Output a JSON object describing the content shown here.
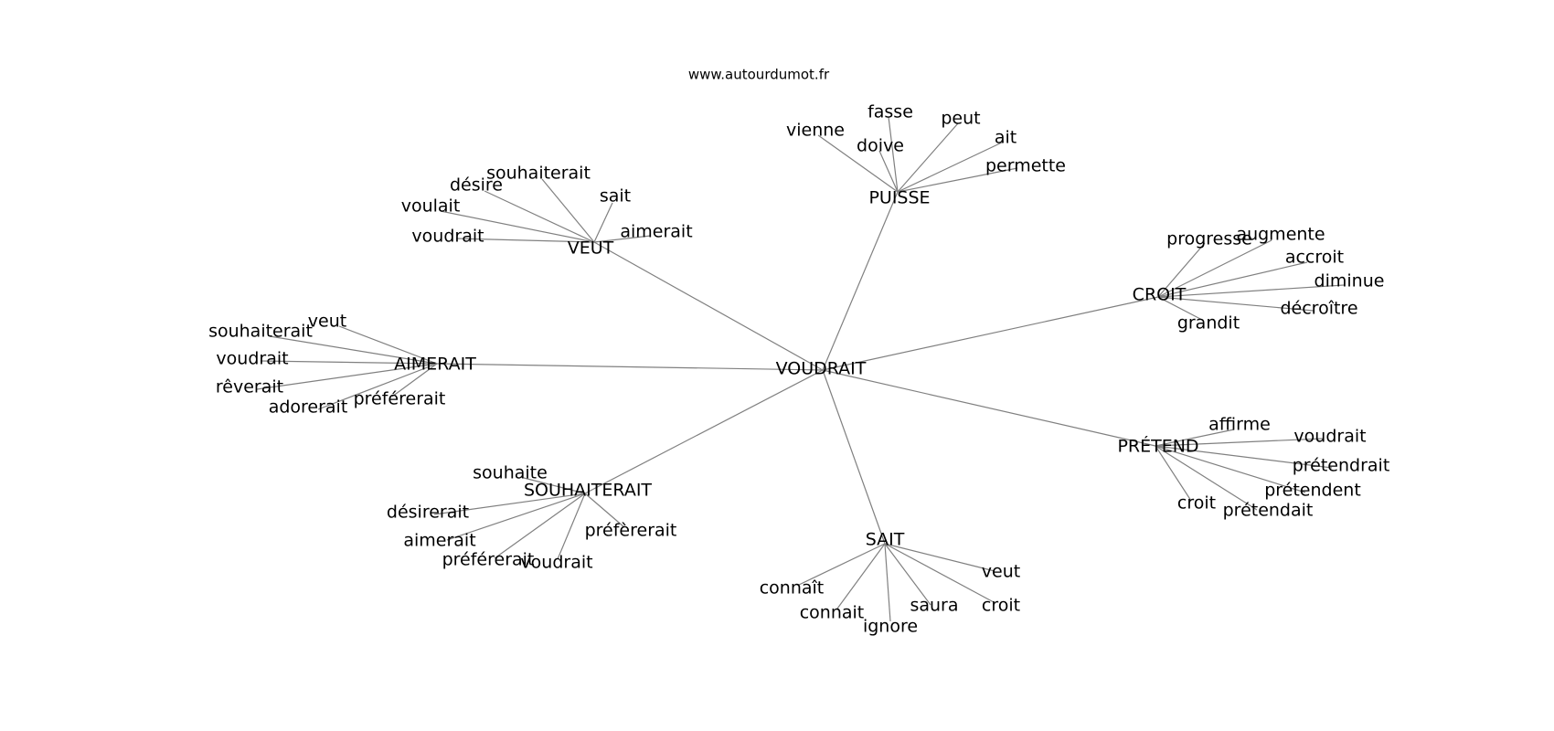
{
  "site": "www.autourdumot.fr",
  "center": "VOUDRAIT",
  "hubs": [
    {
      "id": "puisse",
      "label": "PUISSE",
      "words": [
        "vienne",
        "fasse",
        "doive",
        "peut",
        "ait",
        "permette"
      ]
    },
    {
      "id": "veut",
      "label": "VEUT",
      "words": [
        "souhaiterait",
        "désire",
        "voulait",
        "sait",
        "voudrait",
        "aimerait"
      ]
    },
    {
      "id": "croit",
      "label": "CROIT",
      "words": [
        "progresse",
        "augmente",
        "accroit",
        "diminue",
        "décroître",
        "grandit"
      ]
    },
    {
      "id": "aimerait",
      "label": "AIMERAIT",
      "words": [
        "veut",
        "souhaiterait",
        "voudrait",
        "rêverait",
        "adorerait",
        "préférerait"
      ]
    },
    {
      "id": "pretend",
      "label": "PRÉTEND",
      "words": [
        "affirme",
        "voudrait",
        "prétendrait",
        "prétendent",
        "croit",
        "prétendait"
      ]
    },
    {
      "id": "souhaiterait",
      "label": "SOUHAITERAIT",
      "words": [
        "souhaite",
        "désirerait",
        "aimerait",
        "préfèrerait",
        "préférerait",
        "voudrait"
      ]
    },
    {
      "id": "sait",
      "label": "SAIT",
      "words": [
        "veut",
        "connaît",
        "connait",
        "saura",
        "croit",
        "ignore"
      ]
    }
  ]
}
